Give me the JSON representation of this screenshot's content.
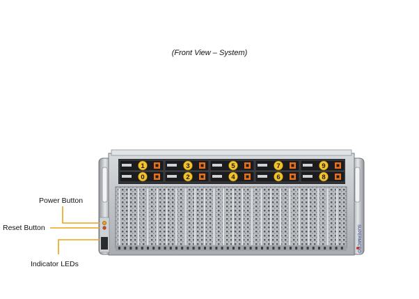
{
  "caption": "(Front View – System)",
  "callouts": {
    "power_button": "Power Button",
    "reset_button": "Reset Button",
    "indicator_leds": "Indicator LEDs"
  },
  "brand": "SUPERMICRO",
  "drive_bays": {
    "top_row": [
      "1",
      "3",
      "5",
      "7",
      "9"
    ],
    "bottom_row": [
      "0",
      "2",
      "4",
      "6",
      "8"
    ]
  },
  "colors": {
    "callout_line": "#e8a317",
    "bay_number": "#f2c12e",
    "latch": "#e8701a",
    "chassis": "#c9ccd0",
    "bay_panel": "#1c1c1e"
  }
}
